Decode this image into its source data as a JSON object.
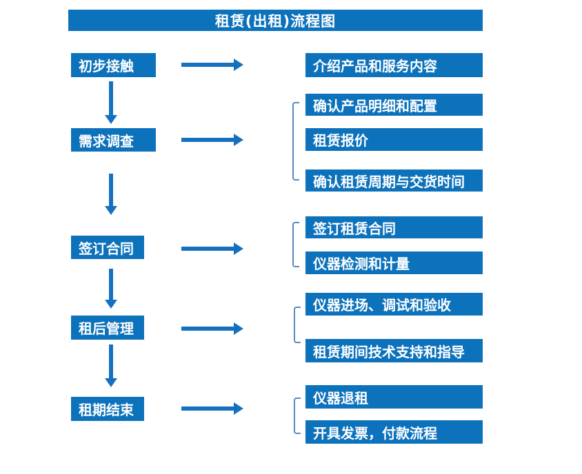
{
  "title": "租赁(出租)流程图",
  "colors": {
    "box_fill": "#0d72bc",
    "arrow": "#1571bf",
    "bracket": "#5b86c7",
    "text": "#ffffff"
  },
  "stages": [
    {
      "label": "初步接触",
      "outputs": [
        "介绍产品和服务内容"
      ]
    },
    {
      "label": "需求调查",
      "outputs": [
        "确认产品明细和配置",
        "租赁报价",
        "确认租赁周期与交货时间"
      ]
    },
    {
      "label": "签订合同",
      "outputs": [
        "签订租赁合同",
        "仪器检测和计量"
      ]
    },
    {
      "label": "租后管理",
      "outputs": [
        "仪器进场、调试和验收",
        "租赁期间技术支持和指导"
      ]
    },
    {
      "label": "租期结束",
      "outputs": [
        "仪器退租",
        "开具发票，付款流程"
      ]
    }
  ]
}
